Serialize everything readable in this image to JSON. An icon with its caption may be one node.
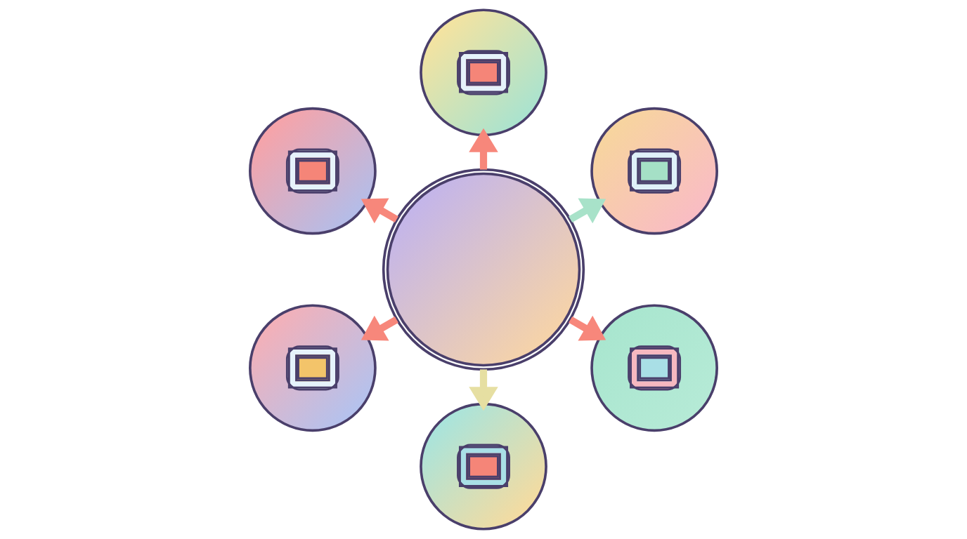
{
  "diagram": {
    "nodes": [
      {
        "text": [],
        "shape": "picture"
      },
      {
        "text": [],
        "shape": "picture"
      },
      {
        "text": [],
        "shape": "picture"
      },
      {
        "text": [],
        "shape": "circle"
      },
      {
        "text": [],
        "shape": "picture"
      },
      {
        "text": [],
        "shape": "picture"
      },
      {
        "text": [],
        "shape": "picture"
      }
    ],
    "edges": [
      {
        "from": 3,
        "to": 0,
        "arrow": "to",
        "color": "#a8e2c9"
      },
      {
        "from": 3,
        "to": 1,
        "arrow": "to"
      },
      {
        "from": 3,
        "to": 2,
        "arrow": "to"
      },
      {
        "from": 3,
        "to": 4,
        "arrow": "to"
      },
      {
        "from": 3,
        "to": 5,
        "arrow": "to",
        "color": "#e6dfa2"
      },
      {
        "from": 3,
        "to": 6,
        "arrow": "to"
      }
    ]
  }
}
